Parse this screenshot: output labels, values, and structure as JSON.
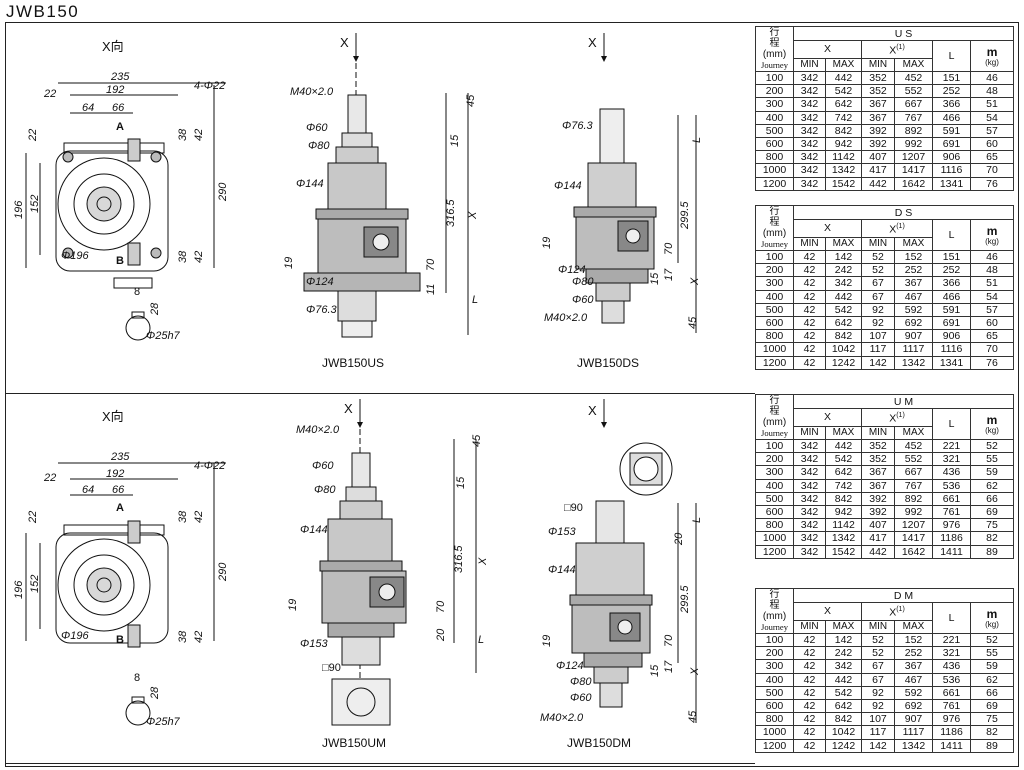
{
  "page_title": "JWB150",
  "view_labels": {
    "x_view": "X向",
    "x_arrow": "X"
  },
  "side_view_top": {
    "dims": [
      "235",
      "192",
      "22",
      "64",
      "66",
      "4-Φ22",
      "A",
      "B",
      "22",
      "38",
      "42",
      "196",
      "152",
      "290",
      "Φ196",
      "38",
      "42"
    ],
    "key_dims": [
      "8",
      "28",
      "Φ25h7"
    ]
  },
  "side_view_bottom": {
    "dims": [
      "235",
      "192",
      "22",
      "64",
      "66",
      "4-Φ22",
      "A",
      "B",
      "22",
      "38",
      "42",
      "196",
      "152",
      "290",
      "Φ196",
      "38",
      "42"
    ],
    "key_dims": [
      "8",
      "28",
      "Φ25h7"
    ]
  },
  "models": [
    {
      "caption": "JWB150US",
      "dims": [
        "M40×2.0",
        "45",
        "Φ60",
        "Φ80",
        "15",
        "Φ144",
        "316.5",
        "X",
        "19",
        "70",
        "Φ124",
        "11",
        "Φ76.3",
        "L"
      ]
    },
    {
      "caption": "JWB150DS",
      "dims": [
        "Φ76.3",
        "L",
        "Φ144",
        "299.5",
        "19",
        "70",
        "Φ124",
        "Φ80",
        "17",
        "15",
        "Φ60",
        "X",
        "M40×2.0",
        "45"
      ]
    },
    {
      "caption": "JWB150UM",
      "dims": [
        "M40×2.0",
        "45",
        "Φ60",
        "Φ80",
        "15",
        "Φ144",
        "316.5",
        "X",
        "19",
        "70",
        "20",
        "Φ153",
        "□90",
        "L"
      ]
    },
    {
      "caption": "JWB150DM",
      "dims": [
        "□90",
        "Φ153",
        "L",
        "20",
        "Φ144",
        "299.5",
        "19",
        "70",
        "Φ124",
        "Φ80",
        "17",
        "15",
        "Φ60",
        "X",
        "M40×2.0",
        "45"
      ]
    }
  ],
  "table_headers": {
    "travel_cn_1": "行",
    "travel_cn_2": "程",
    "travel_unit": "(mm)",
    "travel_en": "Journey",
    "x": "X",
    "x1": "X",
    "x1_note": "(1)",
    "l": "L",
    "mass": "m",
    "mass_unit": "(kg)",
    "min": "MIN",
    "max": "MAX"
  },
  "tables": [
    {
      "model_code": "U S",
      "rows": [
        [
          "100",
          "342",
          "442",
          "352",
          "452",
          "151",
          "46"
        ],
        [
          "200",
          "342",
          "542",
          "352",
          "552",
          "252",
          "48"
        ],
        [
          "300",
          "342",
          "642",
          "367",
          "667",
          "366",
          "51"
        ],
        [
          "400",
          "342",
          "742",
          "367",
          "767",
          "466",
          "54"
        ],
        [
          "500",
          "342",
          "842",
          "392",
          "892",
          "591",
          "57"
        ],
        [
          "600",
          "342",
          "942",
          "392",
          "992",
          "691",
          "60"
        ],
        [
          "800",
          "342",
          "1142",
          "407",
          "1207",
          "906",
          "65"
        ],
        [
          "1000",
          "342",
          "1342",
          "417",
          "1417",
          "1116",
          "70"
        ],
        [
          "1200",
          "342",
          "1542",
          "442",
          "1642",
          "1341",
          "76"
        ]
      ]
    },
    {
      "model_code": "D S",
      "rows": [
        [
          "100",
          "42",
          "142",
          "52",
          "152",
          "151",
          "46"
        ],
        [
          "200",
          "42",
          "242",
          "52",
          "252",
          "252",
          "48"
        ],
        [
          "300",
          "42",
          "342",
          "67",
          "367",
          "366",
          "51"
        ],
        [
          "400",
          "42",
          "442",
          "67",
          "467",
          "466",
          "54"
        ],
        [
          "500",
          "42",
          "542",
          "92",
          "592",
          "591",
          "57"
        ],
        [
          "600",
          "42",
          "642",
          "92",
          "692",
          "691",
          "60"
        ],
        [
          "800",
          "42",
          "842",
          "107",
          "907",
          "906",
          "65"
        ],
        [
          "1000",
          "42",
          "1042",
          "117",
          "1117",
          "1116",
          "70"
        ],
        [
          "1200",
          "42",
          "1242",
          "142",
          "1342",
          "1341",
          "76"
        ]
      ]
    },
    {
      "model_code": "U M",
      "rows": [
        [
          "100",
          "342",
          "442",
          "352",
          "452",
          "221",
          "52"
        ],
        [
          "200",
          "342",
          "542",
          "352",
          "552",
          "321",
          "55"
        ],
        [
          "300",
          "342",
          "642",
          "367",
          "667",
          "436",
          "59"
        ],
        [
          "400",
          "342",
          "742",
          "367",
          "767",
          "536",
          "62"
        ],
        [
          "500",
          "342",
          "842",
          "392",
          "892",
          "661",
          "66"
        ],
        [
          "600",
          "342",
          "942",
          "392",
          "992",
          "761",
          "69"
        ],
        [
          "800",
          "342",
          "1142",
          "407",
          "1207",
          "976",
          "75"
        ],
        [
          "1000",
          "342",
          "1342",
          "417",
          "1417",
          "1186",
          "82"
        ],
        [
          "1200",
          "342",
          "1542",
          "442",
          "1642",
          "1411",
          "89"
        ]
      ]
    },
    {
      "model_code": "D M",
      "rows": [
        [
          "100",
          "42",
          "142",
          "52",
          "152",
          "221",
          "52"
        ],
        [
          "200",
          "42",
          "242",
          "52",
          "252",
          "321",
          "55"
        ],
        [
          "300",
          "42",
          "342",
          "67",
          "367",
          "436",
          "59"
        ],
        [
          "400",
          "42",
          "442",
          "67",
          "467",
          "536",
          "62"
        ],
        [
          "500",
          "42",
          "542",
          "92",
          "592",
          "661",
          "66"
        ],
        [
          "600",
          "42",
          "642",
          "92",
          "692",
          "761",
          "69"
        ],
        [
          "800",
          "42",
          "842",
          "107",
          "907",
          "976",
          "75"
        ],
        [
          "1000",
          "42",
          "1042",
          "117",
          "1117",
          "1186",
          "82"
        ],
        [
          "1200",
          "42",
          "1242",
          "142",
          "1342",
          "1411",
          "89"
        ]
      ]
    }
  ]
}
